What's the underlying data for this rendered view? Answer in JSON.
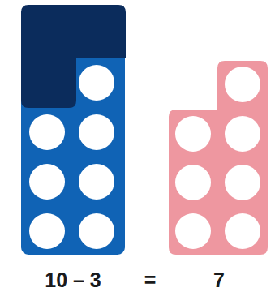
{
  "diagram": {
    "labels": [
      "10 – 3",
      "=",
      "7"
    ]
  }
}
